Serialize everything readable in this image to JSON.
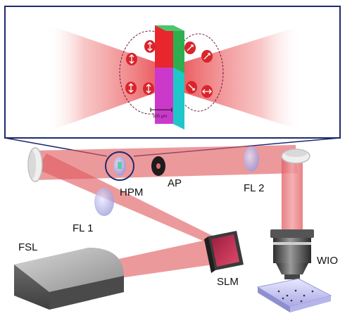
{
  "labels": {
    "hpm": "HPM",
    "ap": "AP",
    "fl2": "FL 2",
    "fl1": "FL 1",
    "fsl": "FSL",
    "slm": "SLM",
    "wio": "WIO",
    "scale": "500 μm"
  },
  "colors": {
    "beam": "#e8454a",
    "frame": "#1f2a6e",
    "prism_red": "#e8262e",
    "prism_green": "#2fae4f",
    "prism_magenta": "#c93bd8",
    "prism_cyan": "#1fc7c8"
  }
}
